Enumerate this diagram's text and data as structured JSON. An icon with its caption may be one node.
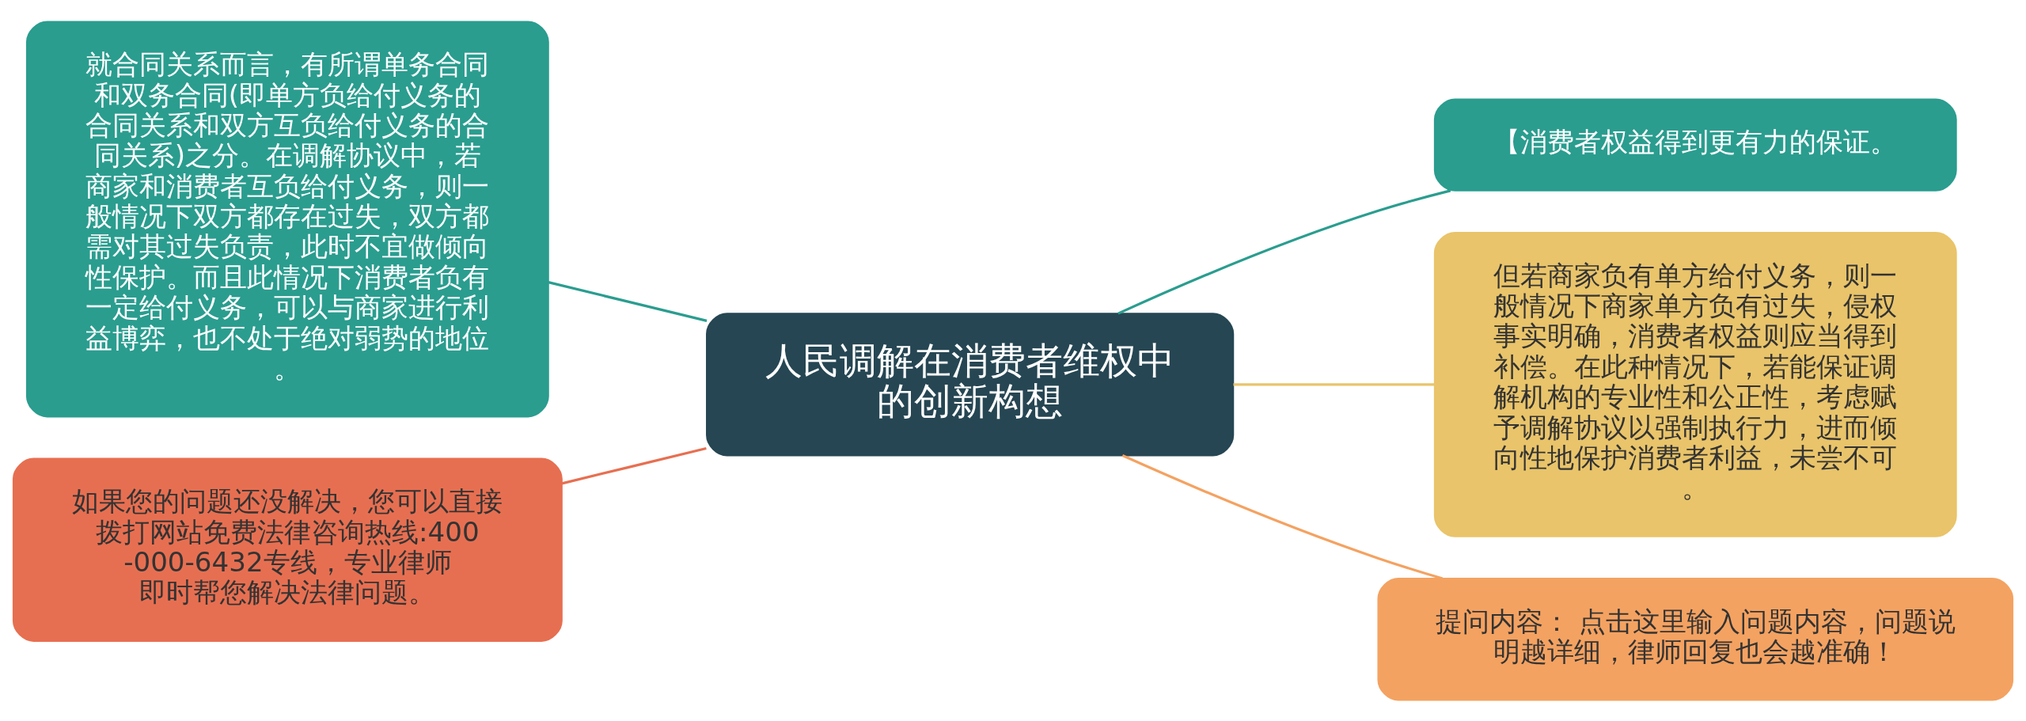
{
  "diagram": {
    "nodes": [
      {
        "text": [
          "人民调解在消费者维权中的创新构想"
        ]
      },
      {
        "text": [
          "就合同关系而言，有所谓单务合同和双务合同(即单方负给付义务的合同关系和双方互负给付义务的合同关系)之分。在调解协议中，若商家和消费者互负给付义务，则一般情况下双方都存在过失，双方都需对其过失负责，此时不宜做倾向性保护。而且此情况下消费者负有一定给付义务，可以与商家进行利益博弈，也不处于绝对弱势的地位。"
        ]
      },
      {
        "text": [
          "如果您的问题还没解决，您可以直接拨打网站免费法律咨询热线:400-000-6432专线，专业律师即时帮您解决法律问题。"
        ]
      },
      {
        "text": [
          "【消费者权益得到更有力的保证。"
        ]
      },
      {
        "text": [
          "但若商家负有单方给付义务，则一般情况下商家单方负有过失，侵权事实明确，消费者权益则应当得到补偿。在此种情况下，若能保证调解机构的专业性和公正性，考虑赋予调解协议以强制执行力，进而倾向性地保护消费者利益，未尝不可。"
        ]
      },
      {
        "text": [
          "提问内容： 点击这里输入问题内容，问题说明越详细，律师回复也会越准确！"
        ]
      }
    ],
    "edges": [
      {
        "from": 0,
        "to": 1,
        "arrow": "none",
        "color": "#2a9d8f"
      },
      {
        "from": 0,
        "to": 2,
        "arrow": "none",
        "color": "#e76f51"
      },
      {
        "from": 0,
        "to": 3,
        "arrow": "none",
        "color": "#2a9d8f"
      },
      {
        "from": 0,
        "to": 4,
        "arrow": "none",
        "color": "#e9c46a"
      },
      {
        "from": 0,
        "to": 5,
        "arrow": "none",
        "color": "#f4a261"
      }
    ]
  }
}
